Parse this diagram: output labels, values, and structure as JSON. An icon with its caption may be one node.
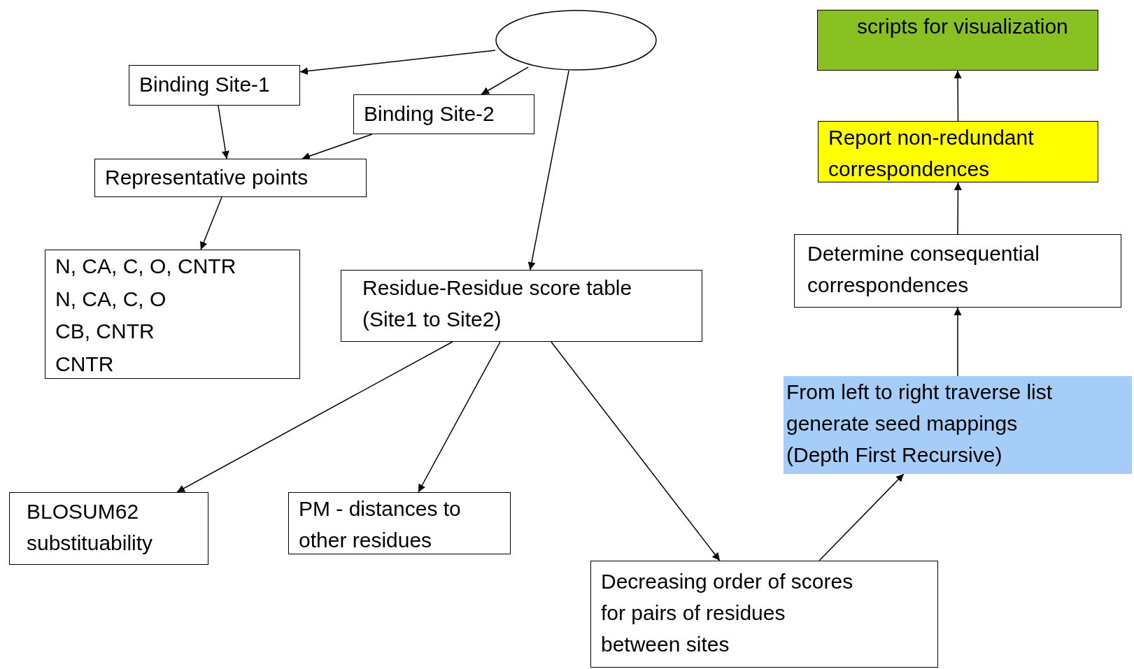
{
  "diagram": {
    "nodes": [
      {
        "text": [],
        "shape": "ellipse"
      },
      {
        "text": [
          "Binding Site-1"
        ]
      },
      {
        "text": [
          "Binding Site-2"
        ]
      },
      {
        "text": [
          "Representative points"
        ]
      },
      {
        "text": [
          "N, CA, C, O, CNTR",
          "N, CA, C, O",
          "CB, CNTR",
          "CNTR"
        ]
      },
      {
        "text": [
          "Residue-Residue score table (Site1 to Site2)"
        ]
      },
      {
        "text": [
          "BLOSUM62 substituability"
        ]
      },
      {
        "text": [
          "PM - distances to other residues"
        ]
      },
      {
        "text": [
          "Decreasing order of scores for pairs of residues between sites"
        ]
      },
      {
        "text": [
          "From left to right traverse list generate seed mappings (Depth First Recursive)"
        ]
      },
      {
        "text": [
          "Determine consequential correspondences"
        ]
      },
      {
        "text": [
          "Report non-redundant correspondences"
        ]
      },
      {
        "text": [
          "scripts for visualization"
        ]
      }
    ],
    "edges": [
      {
        "from": 0,
        "to": 1,
        "arrow": "to"
      },
      {
        "from": 0,
        "to": 2,
        "arrow": "to"
      },
      {
        "from": 0,
        "to": 5,
        "arrow": "to"
      },
      {
        "from": 1,
        "to": 3,
        "arrow": "to"
      },
      {
        "from": 2,
        "to": 3,
        "arrow": "to"
      },
      {
        "from": 3,
        "to": 4,
        "arrow": "to"
      },
      {
        "from": 5,
        "to": 6,
        "arrow": "to"
      },
      {
        "from": 5,
        "to": 7,
        "arrow": "to"
      },
      {
        "from": 5,
        "to": 8,
        "arrow": "to"
      },
      {
        "from": 8,
        "to": 9,
        "arrow": "to"
      },
      {
        "from": 9,
        "to": 10,
        "arrow": "to"
      },
      {
        "from": 10,
        "to": 11,
        "arrow": "to"
      },
      {
        "from": 11,
        "to": 12,
        "arrow": "to"
      }
    ]
  }
}
